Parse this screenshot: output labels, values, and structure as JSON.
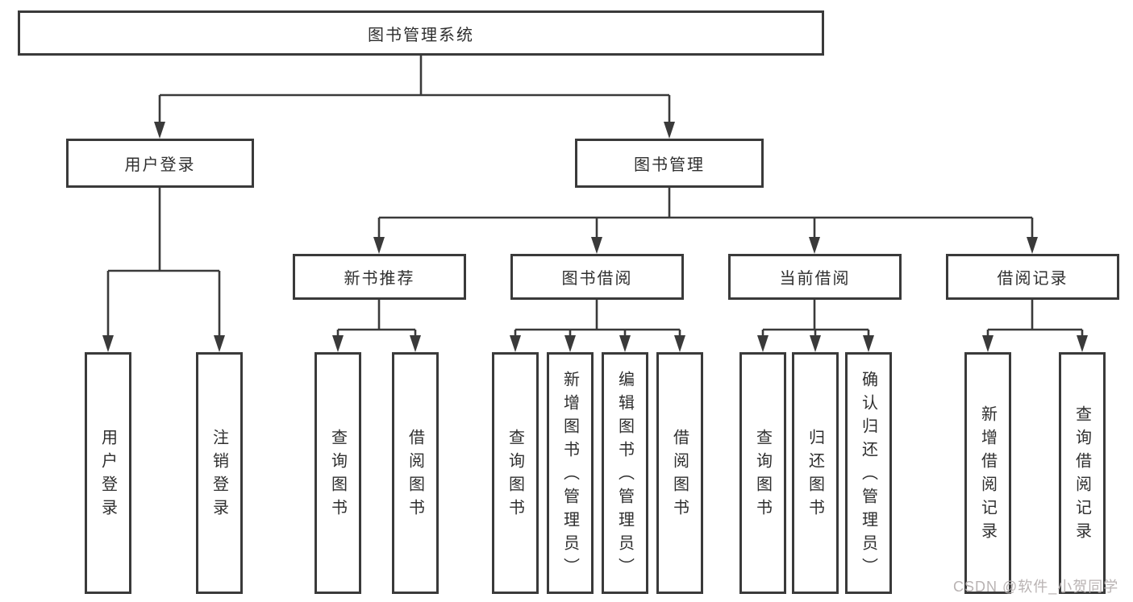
{
  "diagram_type": "hierarchy-tree",
  "colors": {
    "line": "#3a3a3a",
    "text": "#2f2f2f",
    "background": "#ffffff",
    "watermark": "#b9b3b3"
  },
  "watermark": "CSDN @软件_小贺同学",
  "tree": {
    "label": "图书管理系统",
    "children": [
      {
        "label": "用户登录",
        "children": [
          {
            "label": "用户登录"
          },
          {
            "label": "注销登录"
          }
        ]
      },
      {
        "label": "图书管理",
        "children": [
          {
            "label": "新书推荐",
            "children": [
              {
                "label": "查询图书"
              },
              {
                "label": "借阅图书"
              }
            ]
          },
          {
            "label": "图书借阅",
            "children": [
              {
                "label": "查询图书"
              },
              {
                "label": "新增图书（管理员）"
              },
              {
                "label": "编辑图书（管理员）"
              },
              {
                "label": "借阅图书"
              }
            ]
          },
          {
            "label": "当前借阅",
            "children": [
              {
                "label": "查询图书"
              },
              {
                "label": "归还图书"
              },
              {
                "label": "确认归还（管理员）"
              }
            ]
          },
          {
            "label": "借阅记录",
            "children": [
              {
                "label": "新增借阅记录"
              },
              {
                "label": "查询借阅记录"
              }
            ]
          }
        ]
      }
    ]
  }
}
